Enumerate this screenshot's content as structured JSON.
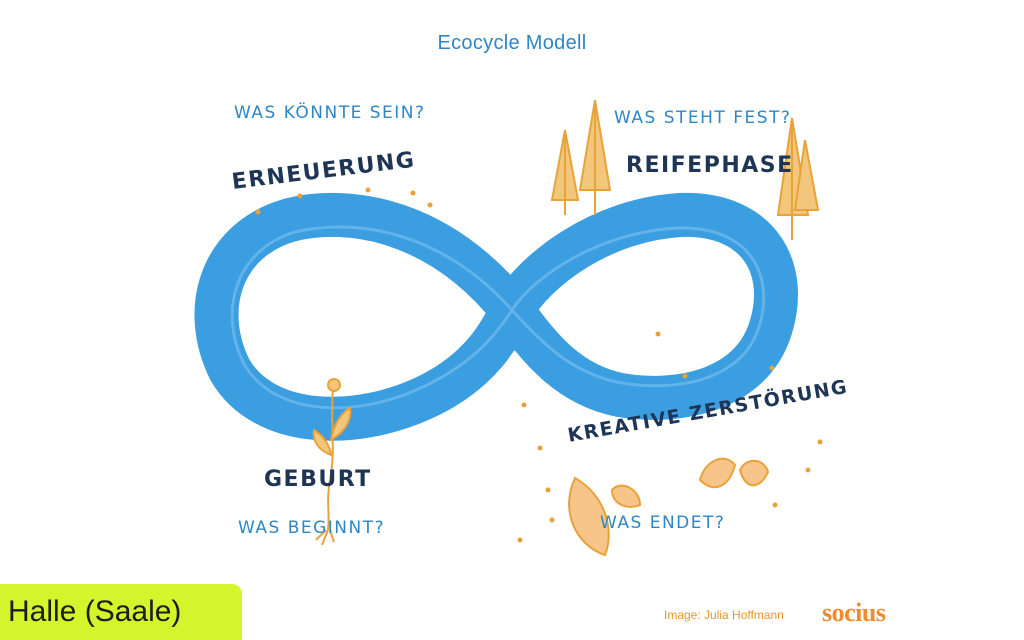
{
  "title": "Ecocycle Modell",
  "questions": {
    "renewal": "Was könnte sein?",
    "maturity": "Was steht fest?",
    "birth": "Was beginnt?",
    "destruction": "Was endet?"
  },
  "stages": {
    "renewal": "Erneuerung",
    "maturity": "Reifephase",
    "birth": "Geburt",
    "destruction": "Kreative Zerstörung"
  },
  "location": "Halle (Saale)",
  "credit": "Image: Julia Hoffmann",
  "logo": "socius",
  "colors": {
    "loop": "#3a9ee0",
    "accent": "#e8a23a",
    "text_dark": "#1f3556",
    "text_blue": "#2f86c5",
    "badge": "#d4f52c"
  }
}
